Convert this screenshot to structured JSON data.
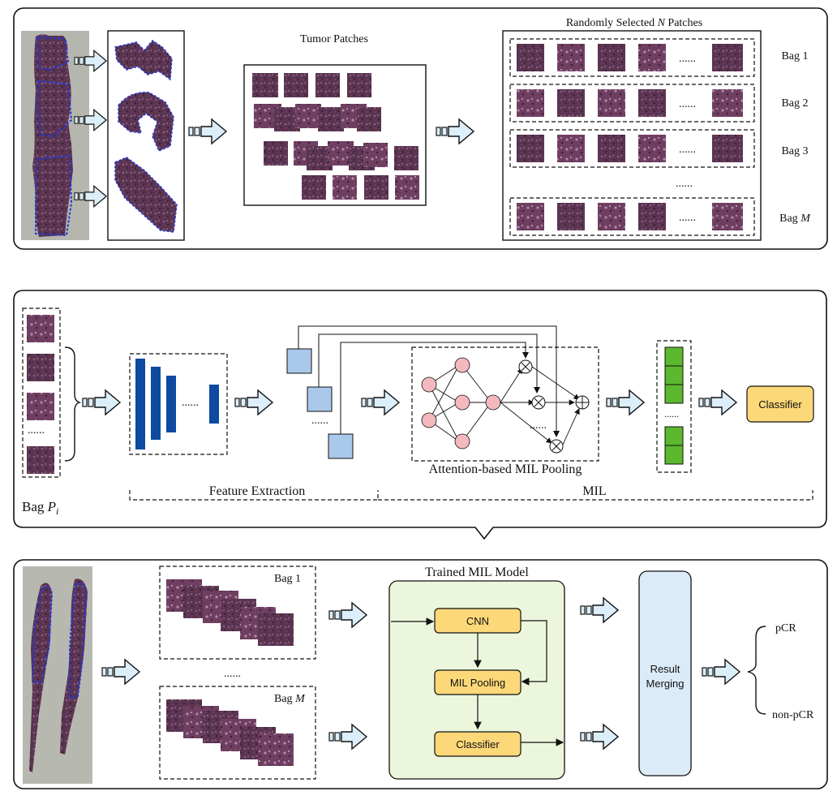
{
  "panel1": {
    "tumor_patches_title": "Tumor Patches",
    "random_title_prefix": "Randomly Selected ",
    "random_title_var": "N",
    "random_title_suffix": " Patches",
    "bags": [
      "Bag 1",
      "Bag 2",
      "Bag 3"
    ],
    "bag_last_prefix": "Bag ",
    "bag_last_var": "M",
    "row_dots": "......",
    "column_dots": "......"
  },
  "panel2": {
    "bag_label_prefix": "Bag ",
    "bag_label_var": "P",
    "bag_label_sub": "i",
    "feature_extraction": "Feature Extraction",
    "attention_pooling": "Attention-based MIL Pooling",
    "mil": "MIL",
    "classifier": "Classifier",
    "dots": "......"
  },
  "panel3": {
    "trained_title": "Trained MIL Model",
    "bag1": "Bag 1",
    "bagM_prefix": "Bag ",
    "bagM_var": "M",
    "dots": "......",
    "cnn": "CNN",
    "mil_pooling": "MIL Pooling",
    "classifier": "Classifier",
    "result_merging_line1": "Result",
    "result_merging_line2": "Merging",
    "out_pcr": "pCR",
    "out_non_pcr": "non-pCR"
  },
  "colors": {
    "tissue": "#6a3a55",
    "patch": "#5a3450",
    "arrow_fill": "#dbeefa",
    "feature_bar": "#0d4aa0",
    "feature_square": "#a9c8ea",
    "node": "#f4b9be",
    "green_cell": "#5cb82e",
    "yellow_box": "#fcd878",
    "trained_bg": "#ecf6dc",
    "merge_bg": "#dcebf8",
    "annotation_blue": "#2437d6"
  }
}
